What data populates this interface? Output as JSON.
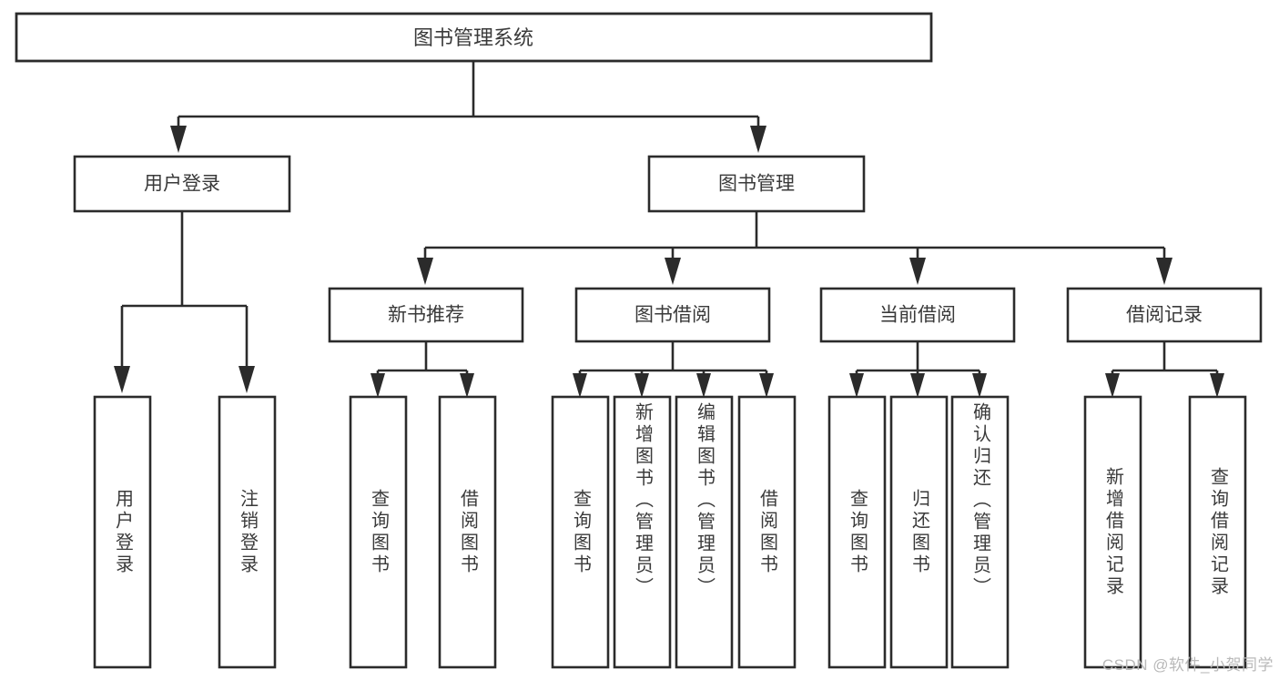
{
  "diagram": {
    "title": "图书管理系统",
    "type": "tree-hierarchy-diagram",
    "orientation": "top-down",
    "colors": {
      "stroke": "#2b2b2b",
      "box_fill": "#ffffff",
      "text": "#3a3a3a",
      "background": "#ffffff",
      "watermark": "#b9b9b9"
    },
    "root": {
      "id": "root",
      "label": "图书管理系统"
    },
    "level2": [
      {
        "id": "user-login",
        "label": "用户登录"
      },
      {
        "id": "book-manage",
        "label": "图书管理"
      }
    ],
    "level3": [
      {
        "id": "new-book-recommend",
        "label": "新书推荐",
        "parent": "book-manage"
      },
      {
        "id": "book-borrow",
        "label": "图书借阅",
        "parent": "book-manage"
      },
      {
        "id": "current-borrow",
        "label": "当前借阅",
        "parent": "book-manage"
      },
      {
        "id": "borrow-record",
        "label": "借阅记录",
        "parent": "book-manage"
      }
    ],
    "leaves": [
      {
        "id": "leaf-user-login",
        "label": "用户登录",
        "parent": "user-login"
      },
      {
        "id": "leaf-logout-login",
        "label": "注销登录",
        "parent": "user-login"
      },
      {
        "id": "leaf-query-book-1",
        "label": "查询图书",
        "parent": "new-book-recommend"
      },
      {
        "id": "leaf-borrow-book-1",
        "label": "借阅图书",
        "parent": "new-book-recommend"
      },
      {
        "id": "leaf-query-book-2",
        "label": "查询图书",
        "parent": "book-borrow"
      },
      {
        "id": "leaf-add-book",
        "label": "新增图书（管理员）",
        "parent": "book-borrow"
      },
      {
        "id": "leaf-edit-book",
        "label": "编辑图书（管理员）",
        "parent": "book-borrow"
      },
      {
        "id": "leaf-borrow-book-2",
        "label": "借阅图书",
        "parent": "book-borrow"
      },
      {
        "id": "leaf-query-book-3",
        "label": "查询图书",
        "parent": "current-borrow"
      },
      {
        "id": "leaf-return-book",
        "label": "归还图书",
        "parent": "current-borrow"
      },
      {
        "id": "leaf-confirm-return",
        "label": "确认归还（管理员）",
        "parent": "current-borrow"
      },
      {
        "id": "leaf-add-record",
        "label": "新增借阅记录",
        "parent": "borrow-record"
      },
      {
        "id": "leaf-query-record",
        "label": "查询借阅记录",
        "parent": "borrow-record"
      }
    ],
    "watermark": "CSDN @软件_小贺同学"
  }
}
